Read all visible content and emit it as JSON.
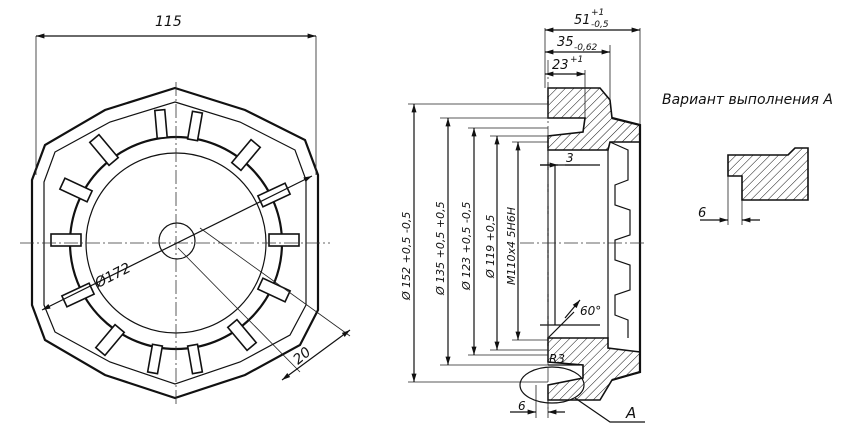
{
  "front_view": {
    "width_dim": "115",
    "diameter_dim": "Ø172",
    "slot_dim": "20"
  },
  "section_view": {
    "dim_51": {
      "base": "51",
      "tol_up": "+1",
      "tol_dn": "-0,5"
    },
    "dim_35": {
      "base": "35",
      "tol_dn": "-0,62"
    },
    "dim_23": {
      "base": "23",
      "tol_up": "+1"
    },
    "dim_3": "3",
    "dia_152": "Ø 152 +0,5 -0,5",
    "dia_135": "Ø 135 +0,5 +0,5",
    "dia_123": "Ø 123 +0,5 -0,5",
    "dia_119": "Ø 119 +0,5",
    "thread": "M110x4 5H6H",
    "angle": "60°",
    "radius": "R3",
    "dim_6": "6",
    "callout": "A"
  },
  "variant": {
    "title": "Вариант выполнения А",
    "dim_6": "6"
  }
}
